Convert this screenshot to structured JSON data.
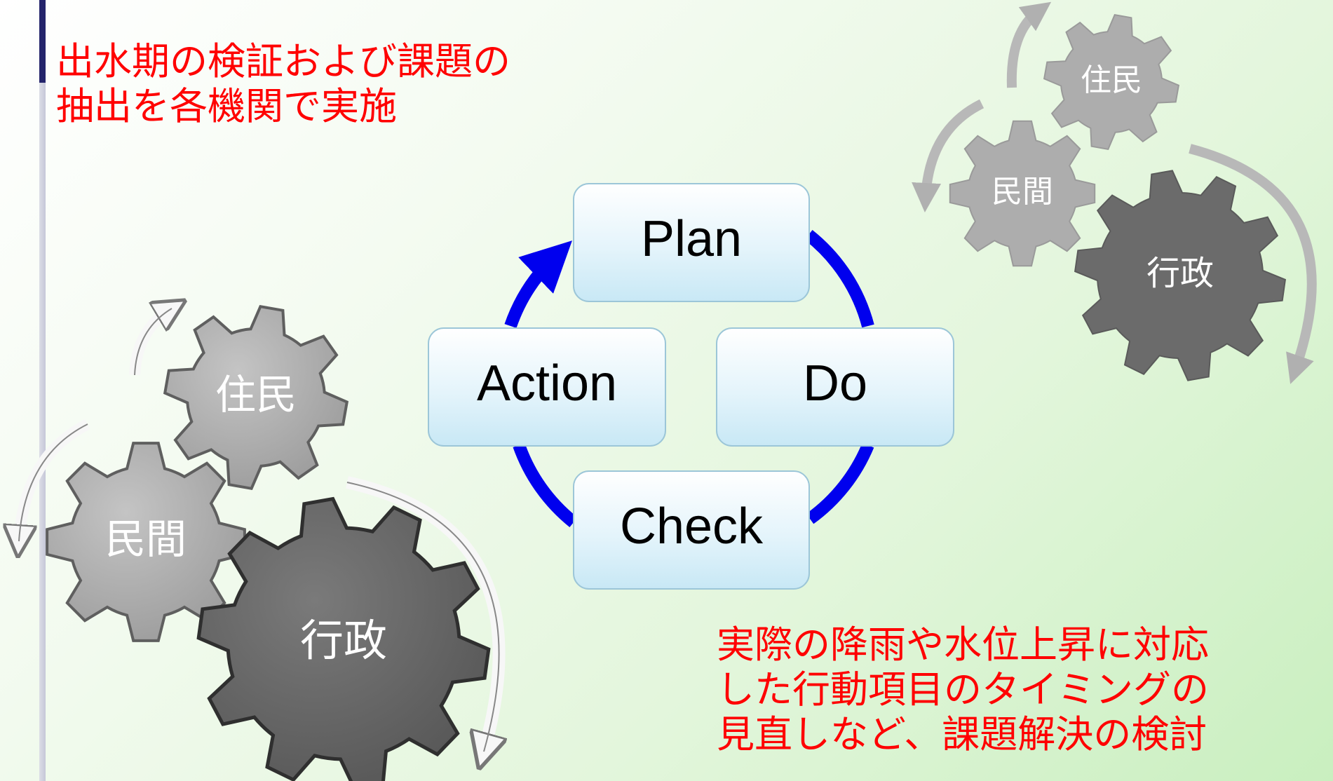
{
  "notes": {
    "top": [
      "出水期の検証および課題の",
      "抽出を各機関で実施"
    ],
    "bottom": [
      "実際の降雨や水位上昇に対応",
      "した行動項目のタイミングの",
      "見直しなど、課題解決の検討"
    ]
  },
  "pdca": {
    "plan": "Plan",
    "do": "Do",
    "check": "Check",
    "action": "Action"
  },
  "gears": {
    "resident": "住民",
    "private": "民間",
    "government": "行政"
  },
  "colors": {
    "note_text": "#ff0000",
    "cycle_arrow": "#0000ee",
    "gear_light": "#a9a9a9",
    "gear_dark": "#6b6b6b"
  }
}
